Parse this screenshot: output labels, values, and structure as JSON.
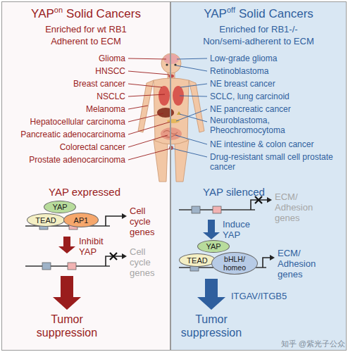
{
  "diagram": {
    "nodes": [
      {
        "text": [
          "YAP",
          "on",
          "Solid Cancers",
          "Enriched for wt RB1",
          "Adherent to ECM"
        ]
      },
      {
        "text": [
          "YAP",
          "off",
          "Solid Cancers",
          "Enriched for RB1-/-",
          "Non/semi-adherent to ECM"
        ]
      },
      {
        "text": [
          "YAP"
        ],
        "in": 0
      },
      {
        "text": [
          "TEAD"
        ],
        "in": 0
      },
      {
        "text": [
          "AP1"
        ],
        "in": 0
      },
      {
        "text": [
          "YAP"
        ],
        "in": 1
      },
      {
        "text": [
          "TEAD"
        ],
        "in": 1
      },
      {
        "text": [
          "bHLH/ homeo"
        ],
        "in": 1
      }
    ],
    "labels": [
      "Glioma",
      "HNSCC",
      "Breast cancer",
      "NSCLC",
      "Melanoma",
      "Hepatocellular carcinoma",
      "Pancreatic adenocarcinoma",
      "Colorectal cancer",
      "Prostate adenocarcinoma",
      "Low-grade glioma",
      "Retinoblastoma",
      "NE breast cancer",
      "SCLC, lung carcinoid",
      "NE pancreatic cancer",
      "Neuroblastoma, Pheochromocytoma",
      "NE intestine & colon cancer",
      "Drug-resistant small cell prostate cancer",
      "YAP expressed",
      "Cell cycle genes",
      "Inhibit YAP",
      "Cell cycle genes",
      "Tumor suppression",
      "YAP silenced",
      "ECM/ Adhesion genes",
      "Induce YAP",
      "ECM/ Adhesion genes",
      "ITGAV/ITGB5",
      "Tumor suppression",
      "知乎 @紫光子公众"
    ]
  }
}
